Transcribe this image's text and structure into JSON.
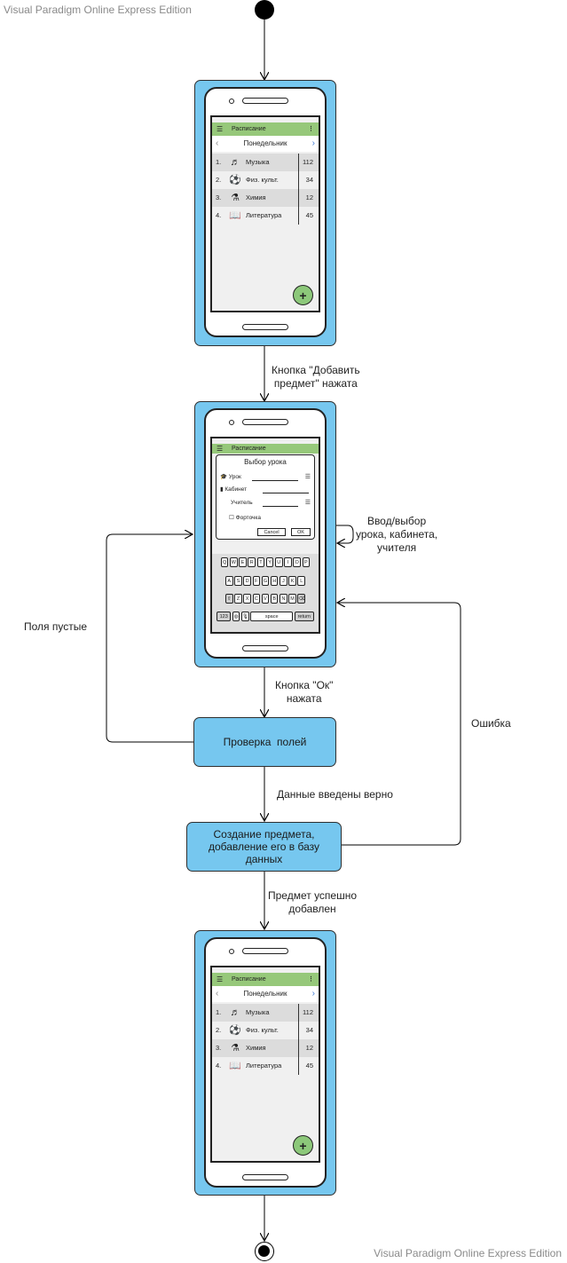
{
  "watermarks": {
    "top": "Visual Paradigm Online Express Edition",
    "bottom": "Visual Paradigm Online Express Edition"
  },
  "colors": {
    "node_fill": "#76c7ef",
    "app_bar": "#96c87a",
    "fab": "#8cc87a",
    "stroke": "#2f2f2f"
  },
  "transitions": {
    "add_pressed": "Кнопка \"Добавить\nпредмет\" нажата",
    "input_self": "Ввод/выбор\nурока, кабинета,\nучителя",
    "ok_pressed": "Кнопка \"Ок\"\nнажата",
    "fields_empty": "Поля пустые",
    "data_correct": "Данные введены верно",
    "error": "Ошибка",
    "added_success": "Предмет успешно\nдобавлен"
  },
  "actions": {
    "check_fields": "Проверка  полей",
    "create_subject": "Создание предмета,\nдобавление его в базу\nданных"
  },
  "screen_schedule": {
    "app_title": "Расписание",
    "menu_icon": "hamburger-icon",
    "more_icon": "more-icon",
    "day": "Понедельник",
    "prev_icon": "chevron-left-icon",
    "next_icon": "chevron-right-icon",
    "fab_label": "+",
    "subjects": [
      {
        "num": "1.",
        "icon": "music-note-icon",
        "glyph": "♬",
        "name": "Музыка",
        "room": "112"
      },
      {
        "num": "2.",
        "icon": "soccer-ball-icon",
        "glyph": "⚽",
        "name": "Физ. культ.",
        "room": "34"
      },
      {
        "num": "3.",
        "icon": "flask-icon",
        "glyph": "⚗",
        "name": "Химия",
        "room": "12"
      },
      {
        "num": "4.",
        "icon": "book-icon",
        "glyph": "📖",
        "name": "Литература",
        "room": "45"
      }
    ]
  },
  "dialog": {
    "app_title": "Расписание",
    "title": "Выбор урока",
    "lesson_label": "Урок",
    "room_label": "Кабинет",
    "teacher_label": "Учитель",
    "window_label": "Форточка",
    "cancel": "Cancel",
    "ok": "OK",
    "keyboard": {
      "row1": [
        "Q",
        "W",
        "E",
        "R",
        "T",
        "Y",
        "U",
        "I",
        "O",
        "P"
      ],
      "row2": [
        "A",
        "S",
        "D",
        "F",
        "G",
        "H",
        "J",
        "K",
        "L"
      ],
      "row3": [
        "Z",
        "X",
        "C",
        "V",
        "B",
        "N",
        "M"
      ],
      "numbers_key": "123",
      "space_key": "space",
      "return_key": "return"
    }
  }
}
